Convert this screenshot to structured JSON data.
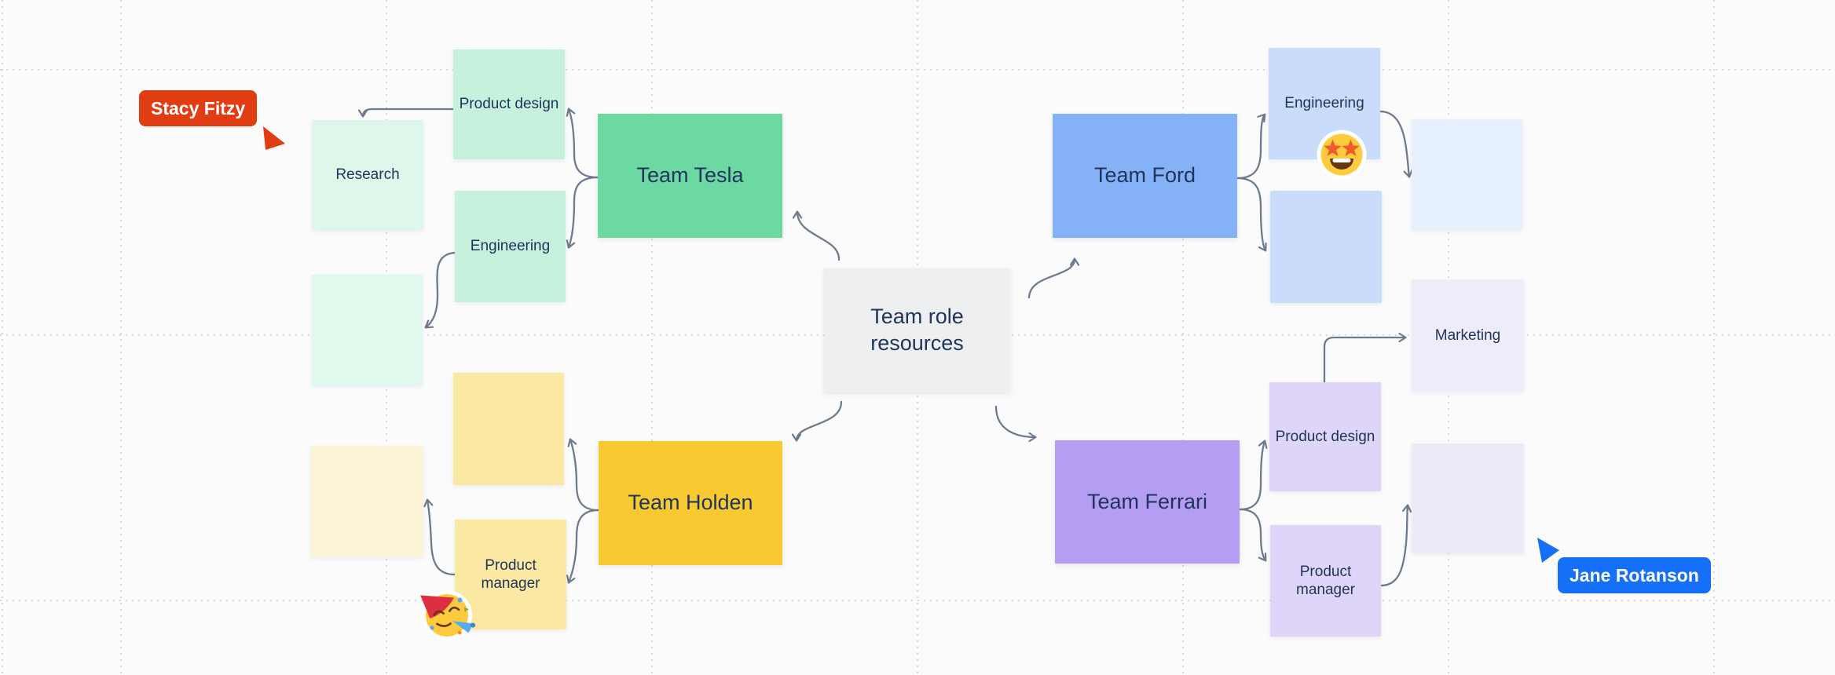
{
  "app": {
    "type": "collaborative-whiteboard-canvas"
  },
  "center_node": {
    "label": "Team role resources",
    "bg": "#EDEFF1"
  },
  "teams": [
    {
      "id": "team-tesla",
      "label": "Team Tesla",
      "bg": "#6CD9A3"
    },
    {
      "id": "team-ford",
      "label": "Team Ford",
      "bg": "#85B1F7"
    },
    {
      "id": "team-holden",
      "label": "Team Holden",
      "bg": "#F9C931"
    },
    {
      "id": "team-ferrari",
      "label": "Team Ferrari",
      "bg": "#B49DF3"
    }
  ],
  "stickies": [
    {
      "id": "research",
      "label": "Research",
      "bg": "#DDF8EB"
    },
    {
      "id": "product-design-tesla",
      "label": "Product design",
      "bg": "#C5F1DD"
    },
    {
      "id": "engineering-tesla",
      "label": "Engineering",
      "bg": "#C5F1DD"
    },
    {
      "id": "mint-empty",
      "label": "",
      "bg": "#DFF9ED"
    },
    {
      "id": "pale-yellow-empty",
      "label": "",
      "bg": "#FCF3D6"
    },
    {
      "id": "yellow-empty",
      "label": "",
      "bg": "#FAE8A3"
    },
    {
      "id": "product-manager-holden",
      "label": "Product manager",
      "bg": "#FAE8A3"
    },
    {
      "id": "engineering-ford",
      "label": "Engineering",
      "bg": "#C9DCFA"
    },
    {
      "id": "blue-empty",
      "label": "",
      "bg": "#C9DCFA"
    },
    {
      "id": "blue-empty-right",
      "label": "",
      "bg": "#E7F0FD"
    },
    {
      "id": "marketing",
      "label": "Marketing",
      "bg": "#EFECFA"
    },
    {
      "id": "product-design-ferrari",
      "label": "Product design",
      "bg": "#DED5F8"
    },
    {
      "id": "product-manager-ferrari",
      "label": "Product manager",
      "bg": "#DED5F8"
    },
    {
      "id": "lavender-empty-right",
      "label": "",
      "bg": "#EDEBF8"
    }
  ],
  "stickers": [
    {
      "icon": "star-struck-emoji",
      "meaning": "star-struck face sticker"
    },
    {
      "icon": "partying-face-emoji",
      "meaning": "partying face sticker"
    }
  ],
  "collaborators": [
    {
      "name": "Stacy Fitzy",
      "color": "#E03D12"
    },
    {
      "name": "Jane Rotanson",
      "color": "#1570F7"
    }
  ],
  "connections": [
    {
      "from": "center",
      "to": "team-tesla"
    },
    {
      "from": "center",
      "to": "team-ford"
    },
    {
      "from": "center",
      "to": "team-holden"
    },
    {
      "from": "center",
      "to": "team-ferrari"
    },
    {
      "from": "team-tesla",
      "to": "product-design-tesla"
    },
    {
      "from": "team-tesla",
      "to": "engineering-tesla"
    },
    {
      "from": "product-design-tesla",
      "to": "research"
    },
    {
      "from": "engineering-tesla",
      "to": "mint-empty"
    },
    {
      "from": "team-ford",
      "to": "engineering-ford"
    },
    {
      "from": "team-ford",
      "to": "blue-empty"
    },
    {
      "from": "engineering-ford",
      "to": "blue-empty-right"
    },
    {
      "from": "product-design-ferrari",
      "to": "marketing"
    },
    {
      "from": "team-ferrari",
      "to": "product-design-ferrari"
    },
    {
      "from": "team-ferrari",
      "to": "product-manager-ferrari"
    },
    {
      "from": "product-manager-ferrari",
      "to": "lavender-empty-right"
    },
    {
      "from": "team-holden",
      "to": "yellow-empty"
    },
    {
      "from": "team-holden",
      "to": "product-manager-holden"
    },
    {
      "from": "product-manager-holden",
      "to": "pale-yellow-empty"
    }
  ],
  "colors": {
    "background": "#FBFBFC",
    "grid": "#D8D9DE",
    "connector": "#6E7B8D",
    "text": "#20355C"
  }
}
